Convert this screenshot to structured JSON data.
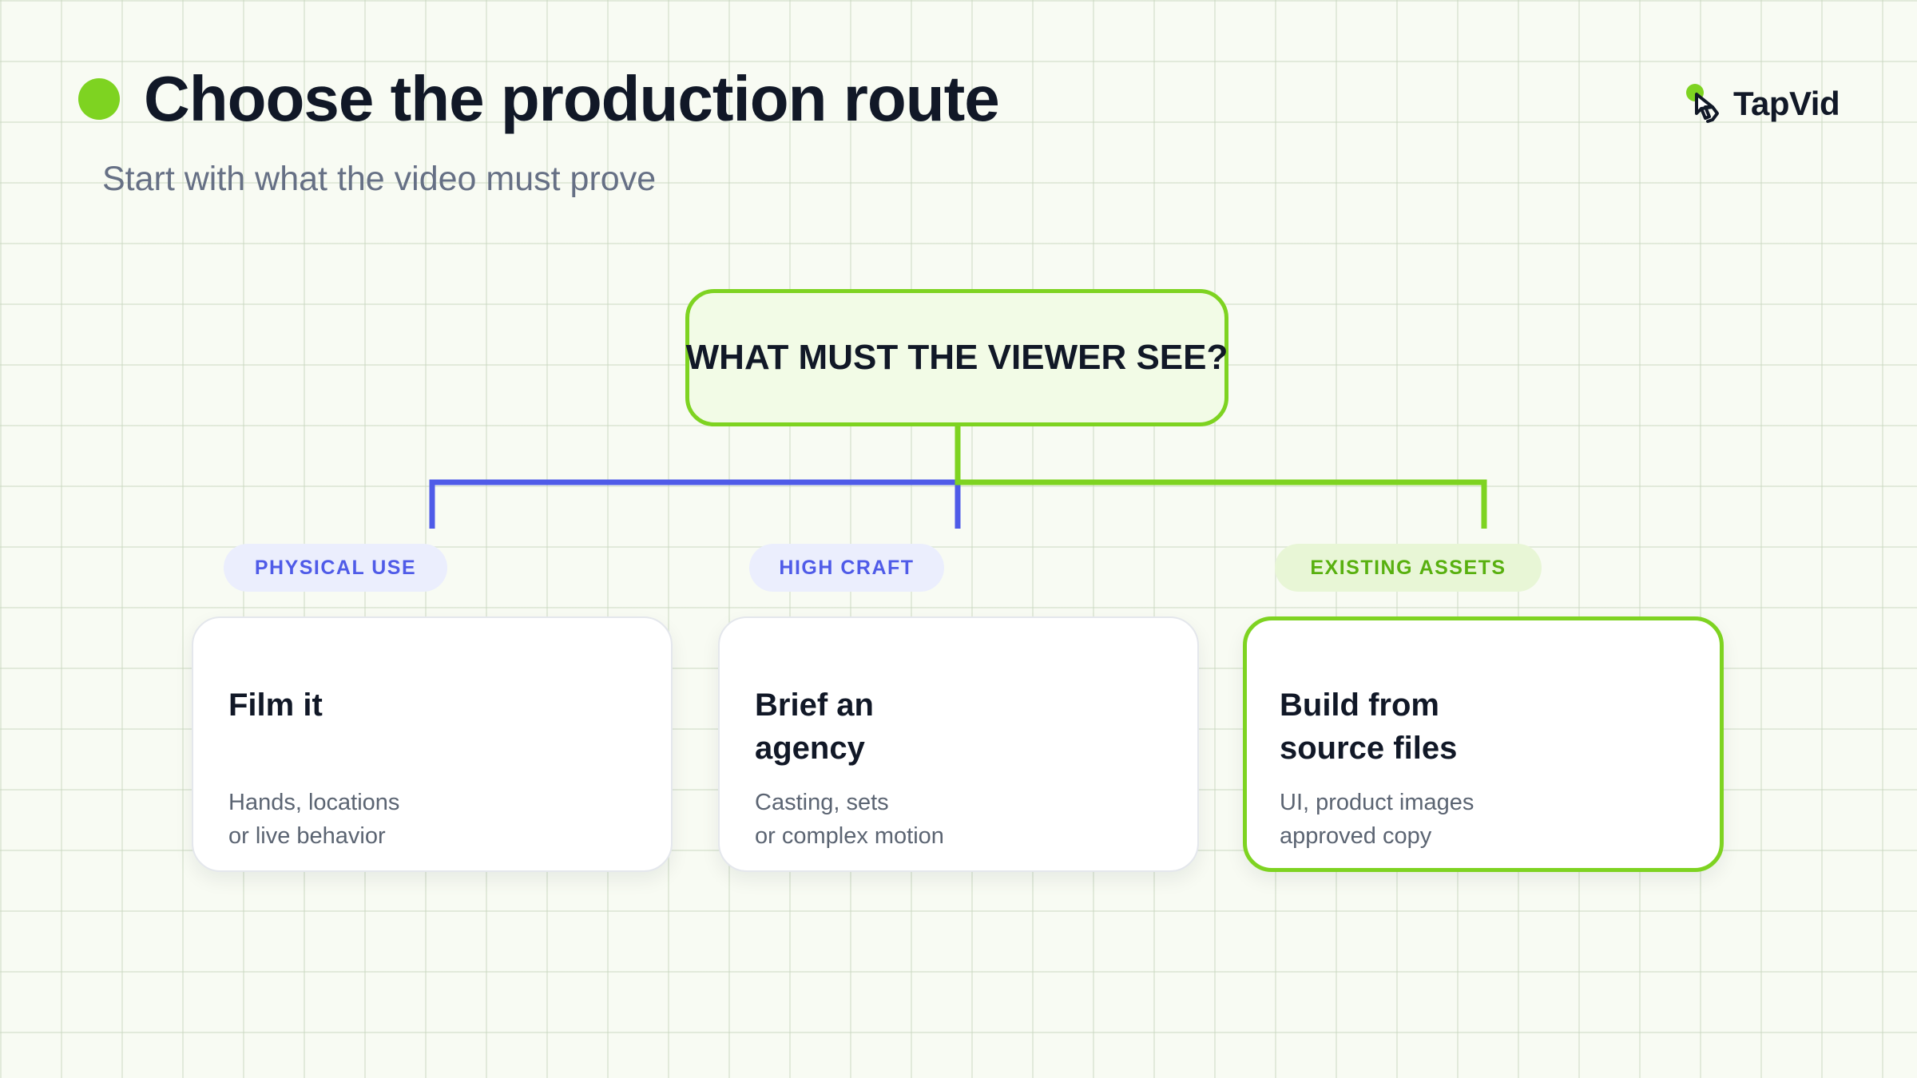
{
  "header": {
    "title": "Choose the production route",
    "subtitle": "Start with what the video must prove"
  },
  "brand": {
    "name": "TapVid",
    "icon": "tap-cursor-icon"
  },
  "diagram": {
    "root": "WHAT MUST THE VIEWER SEE?",
    "branches": [
      {
        "tag": "PHYSICAL USE",
        "title_line1": "Film it",
        "title_line2": "",
        "desc_line1": "Hands, locations",
        "desc_line2": "or live behavior",
        "accent": "#4f5be8"
      },
      {
        "tag": "HIGH CRAFT",
        "title_line1": "Brief an",
        "title_line2": "agency",
        "desc_line1": "Casting, sets",
        "desc_line2": "or complex motion",
        "accent": "#4f5be8"
      },
      {
        "tag": "EXISTING ASSETS",
        "title_line1": "Build from",
        "title_line2": "source files",
        "desc_line1": "UI, product images",
        "desc_line2": "approved copy",
        "accent": "#7ed321"
      }
    ]
  },
  "colors": {
    "accent_green": "#7ed321",
    "accent_blue": "#4f5be8",
    "text_dark": "#111827",
    "text_muted": "#667085"
  }
}
